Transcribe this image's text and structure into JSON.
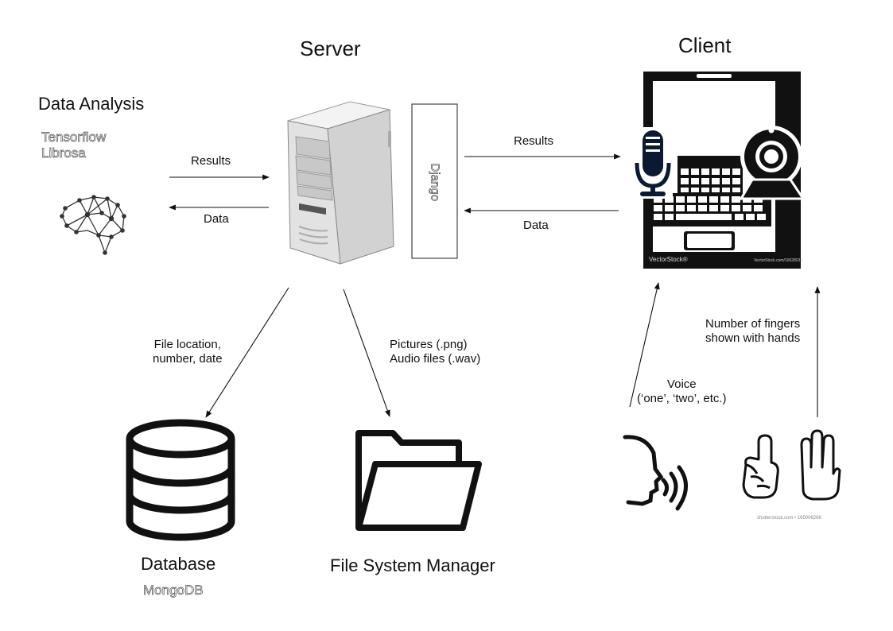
{
  "titles": {
    "server": "Server",
    "client": "Client",
    "data_analysis": "Data Analysis"
  },
  "data_analysis": {
    "libraries": [
      "Tensorflow",
      "Librosa"
    ]
  },
  "middleware": {
    "label": "Django"
  },
  "arrows": {
    "analysis_results": "Results",
    "analysis_data": "Data",
    "client_results": "Results",
    "client_data": "Data",
    "db_info": "File location,\nnumber, date",
    "fs_info": "Pictures (.png)\nAudio files (.wav)",
    "voice_info": "Voice\n(‘one’, ‘two’, etc.)",
    "gesture_info": "Number of fingers\nshown with hands"
  },
  "storage": {
    "database_label": "Database",
    "database_tech": "MongoDB",
    "filesystem_label": "File System Manager"
  },
  "watermarks": {
    "laptop_brand": "VectorStock®",
    "laptop_url": "VectorStock.com/10628031",
    "hands_credit": "shutterstock.com • 165006266"
  },
  "icons": [
    "brain-network-icon",
    "server-tower-icon",
    "laptop-icon",
    "microphone-icon",
    "webcam-icon",
    "database-icon",
    "folder-icon",
    "speaking-head-icon",
    "one-finger-hand-icon",
    "open-hand-icon"
  ]
}
